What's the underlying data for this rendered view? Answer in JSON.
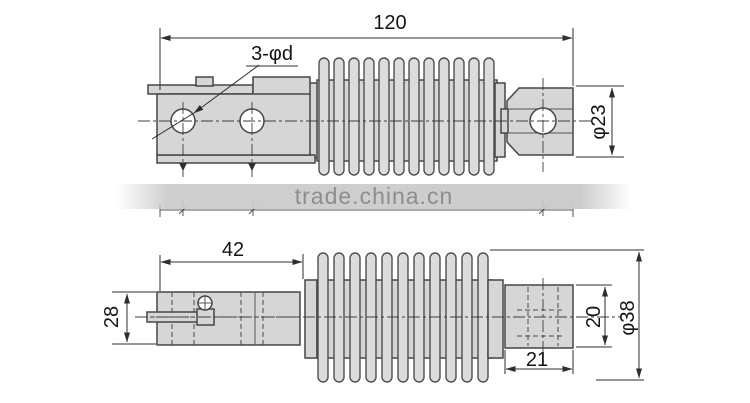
{
  "watermark": {
    "text": "trade.china.cn"
  },
  "drawing": {
    "top_view": {
      "labels": {
        "overall_length": "120",
        "mount_holes": "3-φd",
        "end_diameter": "φ23"
      }
    },
    "bottom_view": {
      "labels": {
        "block_length": "42",
        "block_width": "28",
        "end_block_height": "20",
        "end_block_length": "21",
        "bellows_diameter": "φ38"
      }
    }
  },
  "colors": {
    "background": "#ffffff",
    "part_fill": "#d6d6d6",
    "fin_fill": "#dcdcdc",
    "outline": "#474747",
    "dimension_line": "#2e2e2e",
    "watermark_band": "#cbcbcb",
    "watermark_text": "#8d8d8d",
    "label_text": "#141414"
  }
}
